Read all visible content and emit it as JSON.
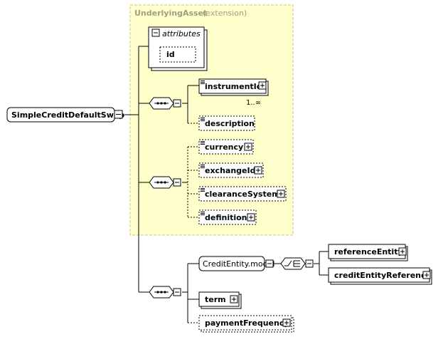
{
  "extension_group": {
    "title": "UnderlyingAsset",
    "subtitle": "(extension)",
    "fill_color": "#ffffcc",
    "border_color": "#c8c888"
  },
  "root": {
    "label": "SimpleCreditDefaultSwap"
  },
  "attributes": {
    "title": "attributes",
    "items": [
      "id"
    ]
  },
  "sequence_1": {
    "elements": [
      {
        "label": "instrumentId",
        "optional": false,
        "repeating": true,
        "cardinality": "1..∞"
      },
      {
        "label": "description",
        "optional": true
      }
    ]
  },
  "sequence_2": {
    "elements": [
      {
        "label": "currency",
        "optional": true
      },
      {
        "label": "exchangeId",
        "optional": true
      },
      {
        "label": "clearanceSystem",
        "optional": true
      },
      {
        "label": "definition",
        "optional": true
      }
    ]
  },
  "sequence_3": {
    "group_ref": {
      "label": "CreditEntity.model"
    },
    "choice": [
      {
        "label": "referenceEntity"
      },
      {
        "label": "creditEntityReference"
      }
    ],
    "elements": [
      {
        "label": "term",
        "optional": false
      },
      {
        "label": "paymentFrequency",
        "optional": true
      }
    ]
  }
}
